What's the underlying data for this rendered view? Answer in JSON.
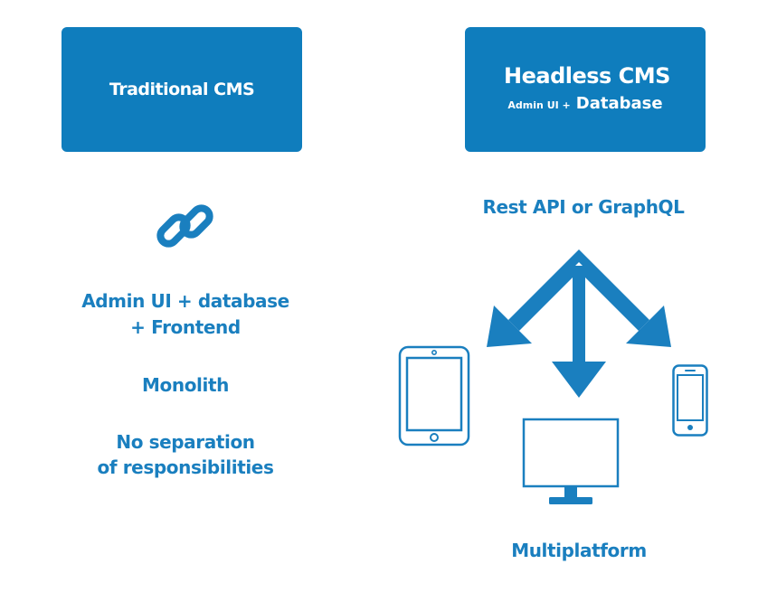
{
  "colors": {
    "brand_blue": "#0f7dbd",
    "text_blue": "#1a7fbf",
    "background": "#ffffff"
  },
  "left": {
    "title": "Traditional CMS",
    "features_line1": "Admin UI + database",
    "features_line2": "+ Frontend",
    "monolith": "Monolith",
    "separation_line1": "No separation",
    "separation_line2": "of responsibilities",
    "icon": "link-icon"
  },
  "right": {
    "title": "Headless CMS",
    "subtitle_small": "Admin UI +",
    "subtitle_large": "Database",
    "api_label": "Rest API or GraphQL",
    "platform_label": "Multiplatform",
    "icons": [
      "three-arrows-icon",
      "tablet-icon",
      "desktop-monitor-icon",
      "smartphone-icon"
    ]
  }
}
